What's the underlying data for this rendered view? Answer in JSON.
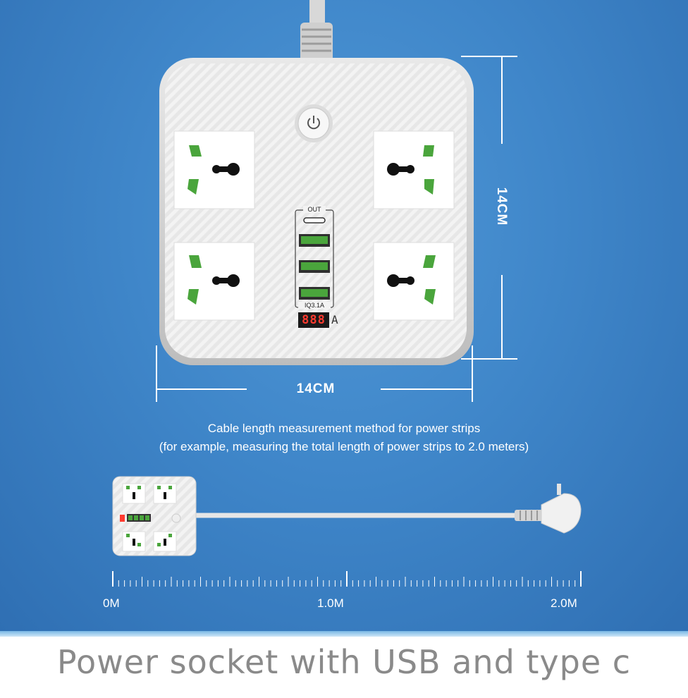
{
  "product": {
    "power_icon": "power-icon",
    "usb_panel_top_label": "OUT",
    "usb_panel_bottom_label": "IQ3.1A",
    "display_digits": "888",
    "display_unit": "A"
  },
  "dimensions": {
    "height_label": "14CM",
    "width_label": "14CM"
  },
  "note": {
    "line1": "Cable length measurement method for power strips",
    "line2": "(for example, measuring the total length of power strips to 2.0 meters)"
  },
  "ruler": {
    "labels": [
      "0M",
      "1.0M",
      "2.0M"
    ]
  },
  "caption": "Power socket with USB and type c",
  "colors": {
    "background_blue": "#3f86c9",
    "socket_green": "#4aa53c",
    "display_red": "#ff3b30"
  }
}
